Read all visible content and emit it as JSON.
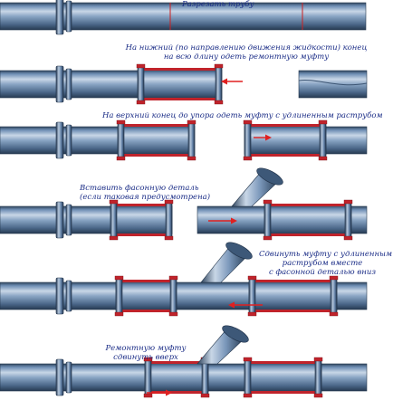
{
  "steps": [
    {
      "text": "Разрезать трубу"
    },
    {
      "line1": "На нижний (по направлению движения жидкости) конец",
      "line2": "на всю длину одеть ремонтную муфту"
    },
    {
      "text": "На верхний конец до упора одеть  муфту с удлиненным раструбом"
    },
    {
      "line1": "Вставить фасонную деталь",
      "line2": "(если таковая предусмотрена)"
    },
    {
      "line1": "Сдвинуть муфту с удлиненным",
      "line2": "раструбом вместе",
      "line3": "с фасонной деталью вниз"
    },
    {
      "line1": "Ремонтную муфту",
      "line2": "сдвинуть вверх"
    }
  ],
  "colors": {
    "pipe": "#5e7ea5",
    "coupling": "#c0232b",
    "arrow": "#e02020",
    "text": "#1a2c86"
  }
}
